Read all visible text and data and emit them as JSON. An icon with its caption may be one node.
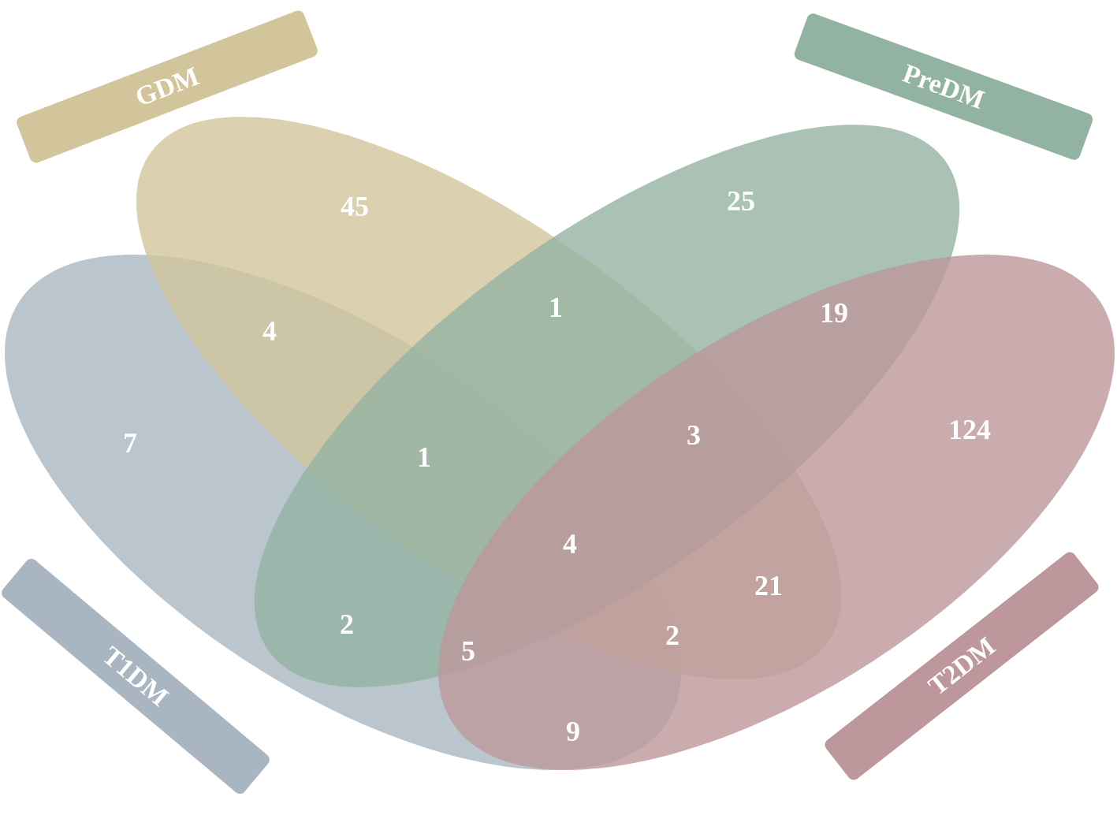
{
  "diagram": {
    "labels": [
      "45",
      "25",
      "1",
      "19",
      "4",
      "7",
      "1",
      "3",
      "124",
      "4",
      "21",
      "2",
      "5",
      "2",
      "9"
    ],
    "legend": [
      {
        "text": "GDM",
        "color": "#d2c59c"
      },
      {
        "text": "PreDM",
        "color": "#93b3a2"
      },
      {
        "text": "T1DM",
        "color": "#a9b6c2"
      },
      {
        "text": "T2DM",
        "color": "#bd979b"
      }
    ]
  }
}
